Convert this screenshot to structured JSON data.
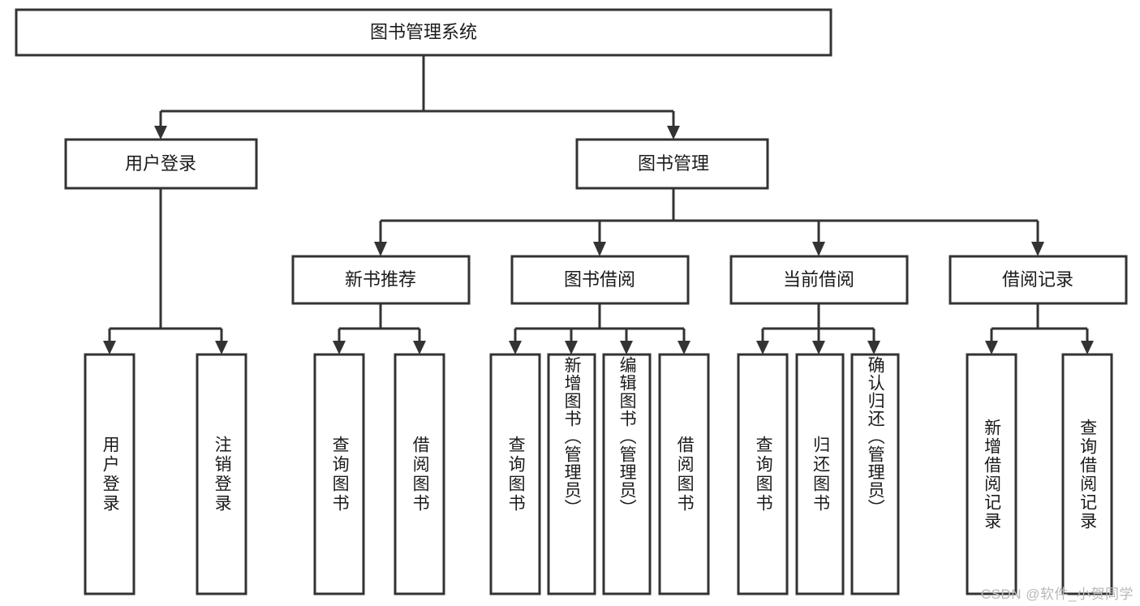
{
  "diagram": {
    "title": "图书管理系统",
    "type": "tree-hierarchy-chart",
    "watermark": "CSDN @软件_小贺同学",
    "colors": {
      "box_stroke": "#333333",
      "box_fill": "#ffffff",
      "text": "#1b1b1b",
      "background": "#ffffff",
      "watermark": "#b8b8b8"
    },
    "root": {
      "id": "root",
      "label": "图书管理系统"
    },
    "level2": [
      {
        "id": "user-login",
        "label": "用户登录"
      },
      {
        "id": "book-management",
        "label": "图书管理"
      }
    ],
    "level3": [
      {
        "id": "new-book-recommend",
        "label": "新书推荐",
        "parent": "book-management"
      },
      {
        "id": "book-borrow",
        "label": "图书借阅",
        "parent": "book-management"
      },
      {
        "id": "current-borrow",
        "label": "当前借阅",
        "parent": "book-management"
      },
      {
        "id": "borrow-record",
        "label": "借阅记录",
        "parent": "book-management"
      }
    ],
    "leaves": {
      "user-login": [
        {
          "id": "leaf-user-login",
          "label": "用户登录"
        },
        {
          "id": "leaf-logout-login",
          "label": "注销登录"
        }
      ],
      "new-book-recommend": [
        {
          "id": "leaf-query-book-1",
          "label": "查询图书"
        },
        {
          "id": "leaf-borrow-book-1",
          "label": "借阅图书"
        }
      ],
      "book-borrow": [
        {
          "id": "leaf-query-book-2",
          "label": "查询图书"
        },
        {
          "id": "leaf-add-book",
          "label": "新增图书（管理员）"
        },
        {
          "id": "leaf-edit-book",
          "label": "编辑图书（管理员）"
        },
        {
          "id": "leaf-borrow-book-2",
          "label": "借阅图书"
        }
      ],
      "current-borrow": [
        {
          "id": "leaf-query-book-3",
          "label": "查询图书"
        },
        {
          "id": "leaf-return-book",
          "label": "归还图书"
        },
        {
          "id": "leaf-confirm-return",
          "label": "确认归还（管理员）"
        }
      ],
      "borrow-record": [
        {
          "id": "leaf-add-record",
          "label": "新增借阅记录"
        },
        {
          "id": "leaf-query-record",
          "label": "查询借阅记录"
        }
      ]
    }
  }
}
